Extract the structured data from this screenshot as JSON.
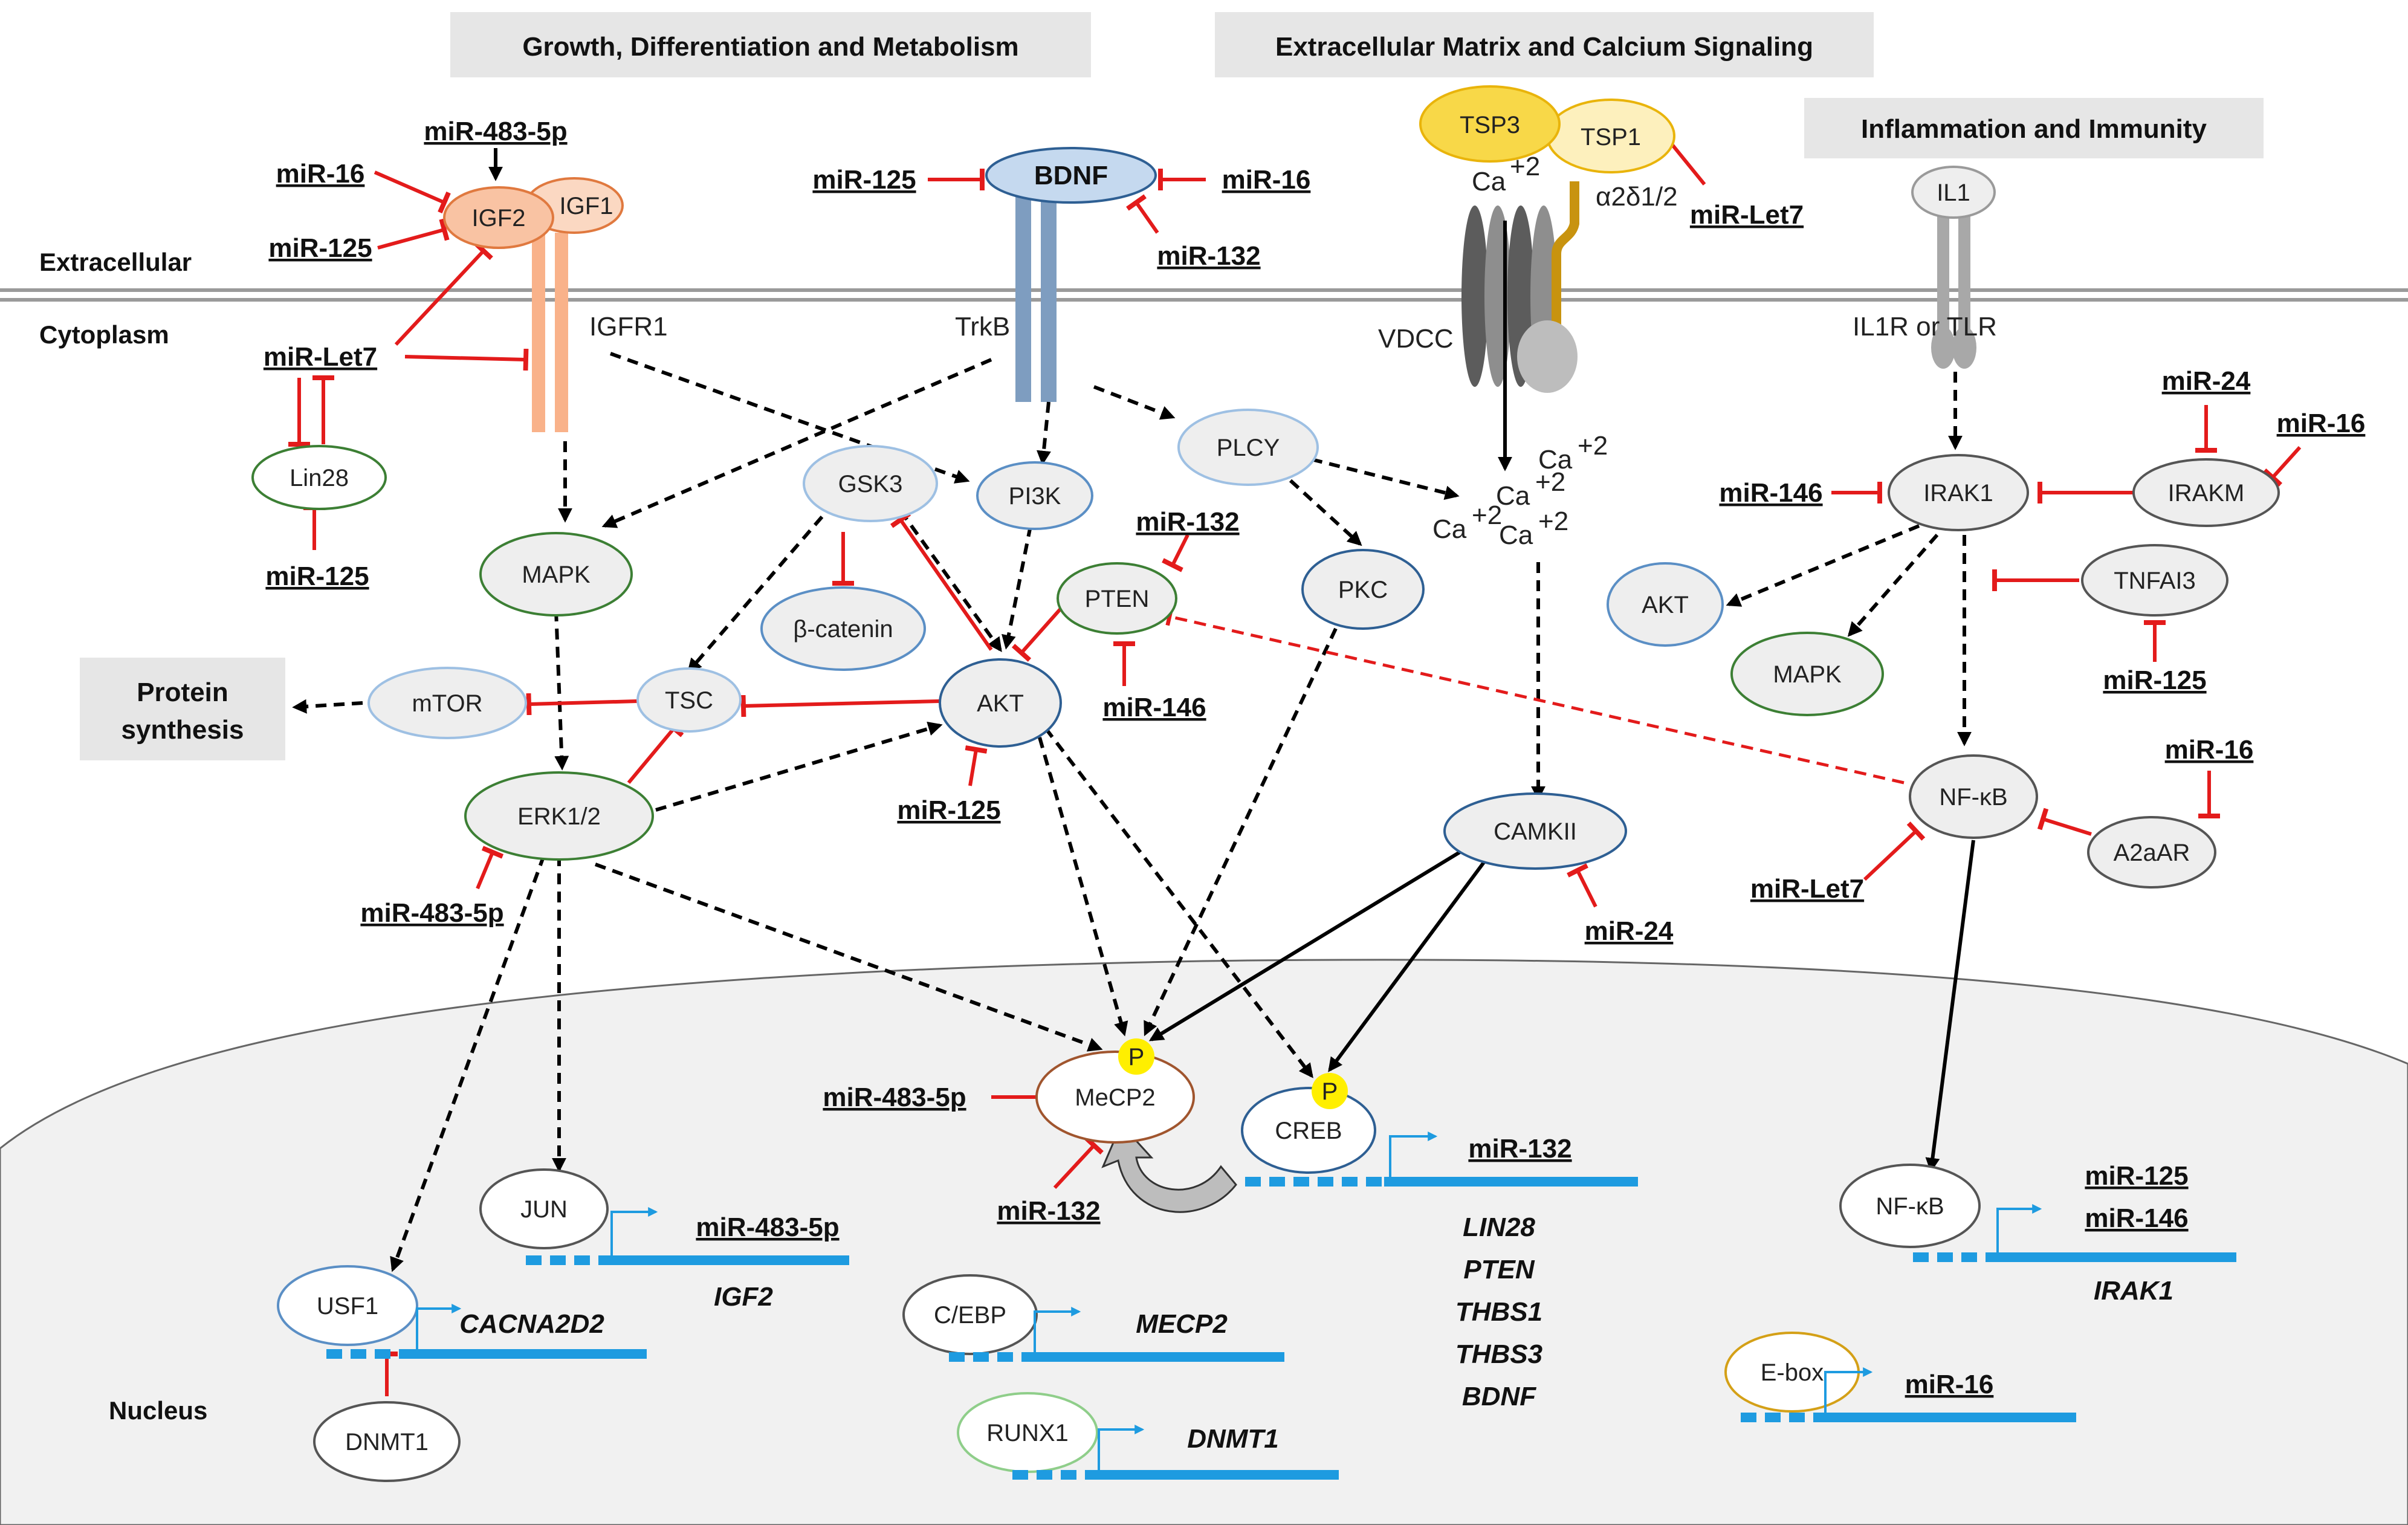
{
  "headers": {
    "growth": "Growth, Differentiation and Metabolism",
    "ecm": "Extracellular Matrix and Calcium Signaling",
    "inflammation": "Inflammation and Immunity",
    "protein_synthesis_line1": "Protein",
    "protein_synthesis_line2": "synthesis"
  },
  "regions": {
    "extracellular": "Extracellular",
    "cytoplasm": "Cytoplasm",
    "nucleus": "Nucleus"
  },
  "receptors": {
    "igfr1": "IGFR1",
    "trkb": "TrkB",
    "vdcc": "VDCC",
    "alpha2delta": "α2δ1/2",
    "il1r": "IL1R or TLR"
  },
  "calcium": {
    "ca_label": "Ca",
    "ca_sup": "+2"
  },
  "nodes": {
    "igf2": "IGF2",
    "igf1": "IGF1",
    "bdnf": "BDNF",
    "tsp3": "TSP3",
    "tsp1": "TSP1",
    "il1": "IL1",
    "lin28": "Lin28",
    "mapk": "MAPK",
    "gsk3": "GSK3",
    "pi3k": "PI3K",
    "plcy": "PLCY",
    "beta_catenin": "β-catenin",
    "pten": "PTEN",
    "pkc": "PKC",
    "mtor": "mTOR",
    "tsc": "TSC",
    "akt": "AKT",
    "erk": "ERK1/2",
    "camkii": "CAMKII",
    "irak1": "IRAK1",
    "irakm": "IRAKM",
    "akt2": "AKT",
    "mapk2": "MAPK",
    "tnfai3": "TNFAI3",
    "nfkb": "NF-κB",
    "a2aar": "A2aAR",
    "mecp2": "MeCP2",
    "creb": "CREB",
    "jun": "JUN",
    "usf1": "USF1",
    "dnmt1": "DNMT1",
    "cebp": "C/EBP",
    "runx1": "RUNX1",
    "nfkb_nuc": "NF-κB",
    "ebox": "E-box",
    "phospho": "P"
  },
  "mirnas": {
    "m483_top": "miR-483-5p",
    "m16_igf": "miR-16",
    "m125_igf": "miR-125",
    "let7_igf": "miR-Let7",
    "m125_lin28": "miR-125",
    "m125_bdnf": "miR-125",
    "m16_bdnf": "miR-16",
    "m132_bdnf": "miR-132",
    "let7_tsp": "miR-Let7",
    "m132_pten": "miR-132",
    "m146_pten": "miR-146",
    "m125_akt": "miR-125",
    "m483_erk": "miR-483-5p",
    "m24_camkii": "miR-24",
    "m24_irakm": "miR-24",
    "m16_irakm": "miR-16",
    "m146_irak1": "miR-146",
    "m125_tnfai3": "miR-125",
    "m16_a2aar": "miR-16",
    "let7_nfkb": "miR-Let7",
    "m483_mecp2": "miR-483-5p",
    "m132_mecp2": "miR-132"
  },
  "targets": {
    "creb_mir": "miR-132",
    "creb_genes": [
      "LIN28",
      "PTEN",
      "THBS1",
      "THBS3",
      "BDNF"
    ],
    "jun_mir": "miR-483-5p",
    "jun_gene": "IGF2",
    "usf1_gene": "CACNA2D2",
    "cebp_gene": "MECP2",
    "runx1_gene": "DNMT1",
    "nfkb_mir1": "miR-125",
    "nfkb_mir2": "miR-146",
    "nfkb_gene": "IRAK1",
    "ebox_mir": "miR-16"
  },
  "colors": {
    "inhibition": "#e31b1b",
    "growth_factor_fill": "#f9c3a3",
    "growth_factor_stroke": "#e0793f",
    "bdnf_fill": "#c5d9ef",
    "bdnf_stroke": "#2e5f93",
    "tsp3_fill": "#f8d848",
    "tsp1_fill": "#fdf0bd",
    "green_stroke": "#3c7f34",
    "blue_stroke": "#5b8fc5",
    "brown_stroke": "#a0552e",
    "membrane": "#9a9a9a",
    "nucleus_fill": "#f1f1f1",
    "header_fill": "#e6e6e6",
    "promoter": "#1e9be0",
    "phospho_fill": "#ffef00"
  }
}
